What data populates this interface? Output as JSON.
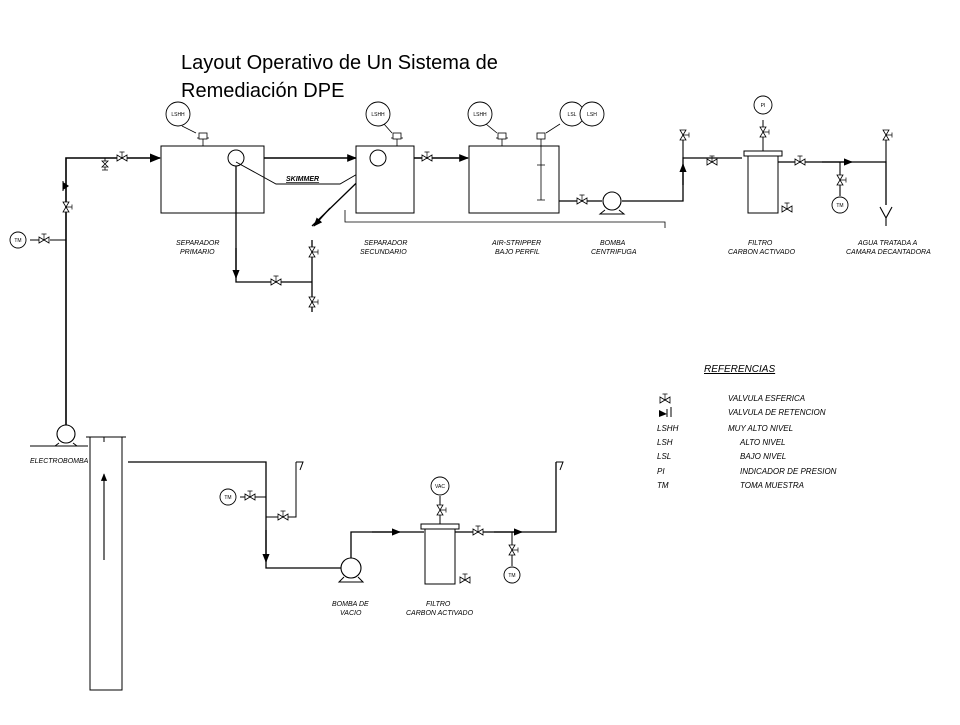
{
  "title": {
    "line1": "Layout Operativo de Un Sistema de",
    "line2": "Remediación DPE"
  },
  "labels": {
    "separador_primario": [
      "SEPARADOR",
      "PRIMARIO"
    ],
    "separador_secundario": [
      "SEPARADOR",
      "SECUNDARIO"
    ],
    "air_stripper": [
      "AIR-STRIPPER",
      "BAJO PERFIL"
    ],
    "bomba_centrifuga": [
      "BOMBA",
      "CENTRIFUGA"
    ],
    "filtro_carbon_top": [
      "FILTRO",
      "CARBON ACTIVADO"
    ],
    "agua_tratada": [
      "AGUA TRATADA A",
      "CAMARA DECANTADORA"
    ],
    "electrobomba": "ELECTROBOMBA",
    "skimmer": "SKIMMER",
    "bomba_vacio": [
      "BOMBA DE",
      "VACIO"
    ],
    "filtro_carbon_bottom": [
      "FILTRO",
      "CARBON ACTIVADO"
    ]
  },
  "instruments": {
    "lshh": "LSHH",
    "lsl": "LSL",
    "lsh": "LSH",
    "pi": "PI",
    "tm": "TM",
    "vac": "VAC"
  },
  "legend": {
    "heading": "REFERENCIAS",
    "items": [
      {
        "symbol": "ball-valve",
        "code": "",
        "text": "VALVULA ESFERICA"
      },
      {
        "symbol": "check-valve",
        "code": "",
        "text": "VALVULA DE RETENCION"
      },
      {
        "symbol": "",
        "code": "LSHH",
        "text": "MUY ALTO NIVEL"
      },
      {
        "symbol": "",
        "code": "LSH",
        "text": "ALTO NIVEL"
      },
      {
        "symbol": "",
        "code": "LSL",
        "text": "BAJO NIVEL"
      },
      {
        "symbol": "",
        "code": "PI",
        "text": "INDICADOR DE PRESION"
      },
      {
        "symbol": "",
        "code": "TM",
        "text": "TOMA MUESTRA"
      }
    ]
  }
}
